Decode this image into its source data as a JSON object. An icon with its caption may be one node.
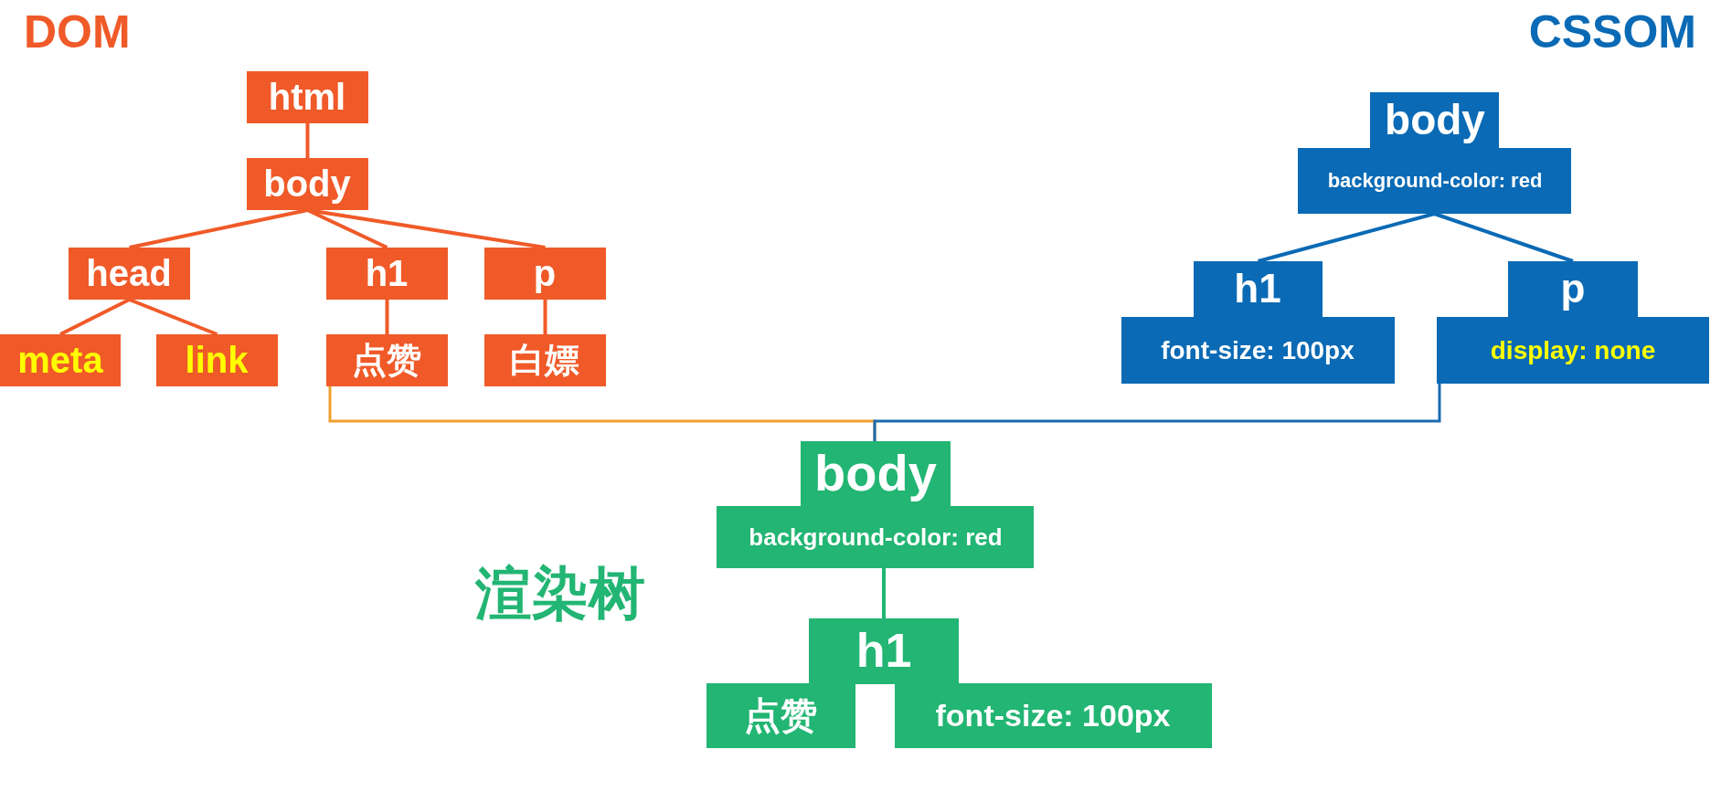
{
  "diagram": {
    "nodes": [
      {
        "text": [
          "html"
        ]
      },
      {
        "text": [
          "body"
        ]
      },
      {
        "text": [
          "head"
        ]
      },
      {
        "text": [
          "h1"
        ]
      },
      {
        "text": [
          "p"
        ]
      },
      {
        "text": [
          "meta"
        ]
      },
      {
        "text": [
          "link"
        ]
      },
      {
        "text": [
          "点赞"
        ]
      },
      {
        "text": [
          "白嫖"
        ]
      },
      {
        "text": [
          "body",
          "background-color: red"
        ]
      },
      {
        "text": [
          "h1",
          "font-size: 100px"
        ]
      },
      {
        "text": [
          "p",
          "display: none"
        ]
      },
      {
        "text": [
          "body",
          "background-color: red"
        ]
      },
      {
        "text": [
          "h1",
          "点赞",
          "font-size: 100px"
        ]
      }
    ],
    "edges": [
      {
        "from": 0,
        "to": 1,
        "arrow": "none"
      },
      {
        "from": 1,
        "to": 2,
        "arrow": "none"
      },
      {
        "from": 1,
        "to": 3,
        "arrow": "none"
      },
      {
        "from": 1,
        "to": 4,
        "arrow": "none"
      },
      {
        "from": 2,
        "to": 5,
        "arrow": "none"
      },
      {
        "from": 2,
        "to": 6,
        "arrow": "none"
      },
      {
        "from": 3,
        "to": 7,
        "arrow": "none"
      },
      {
        "from": 4,
        "to": 8,
        "arrow": "none"
      },
      {
        "from": 9,
        "to": 10,
        "arrow": "none",
        "color": "#0a6ab5"
      },
      {
        "from": 9,
        "to": 11,
        "arrow": "none",
        "color": "#0a6ab5"
      },
      {
        "from": 7,
        "to": 12,
        "arrow": "none",
        "color": "#f0a030"
      },
      {
        "from": 11,
        "to": 12,
        "arrow": "none",
        "color": "#1a6ab0"
      },
      {
        "from": 12,
        "to": 13,
        "arrow": "none",
        "color": "#22b573"
      }
    ],
    "labels": [
      "DOM",
      "CSSOM",
      "渲染树"
    ]
  }
}
